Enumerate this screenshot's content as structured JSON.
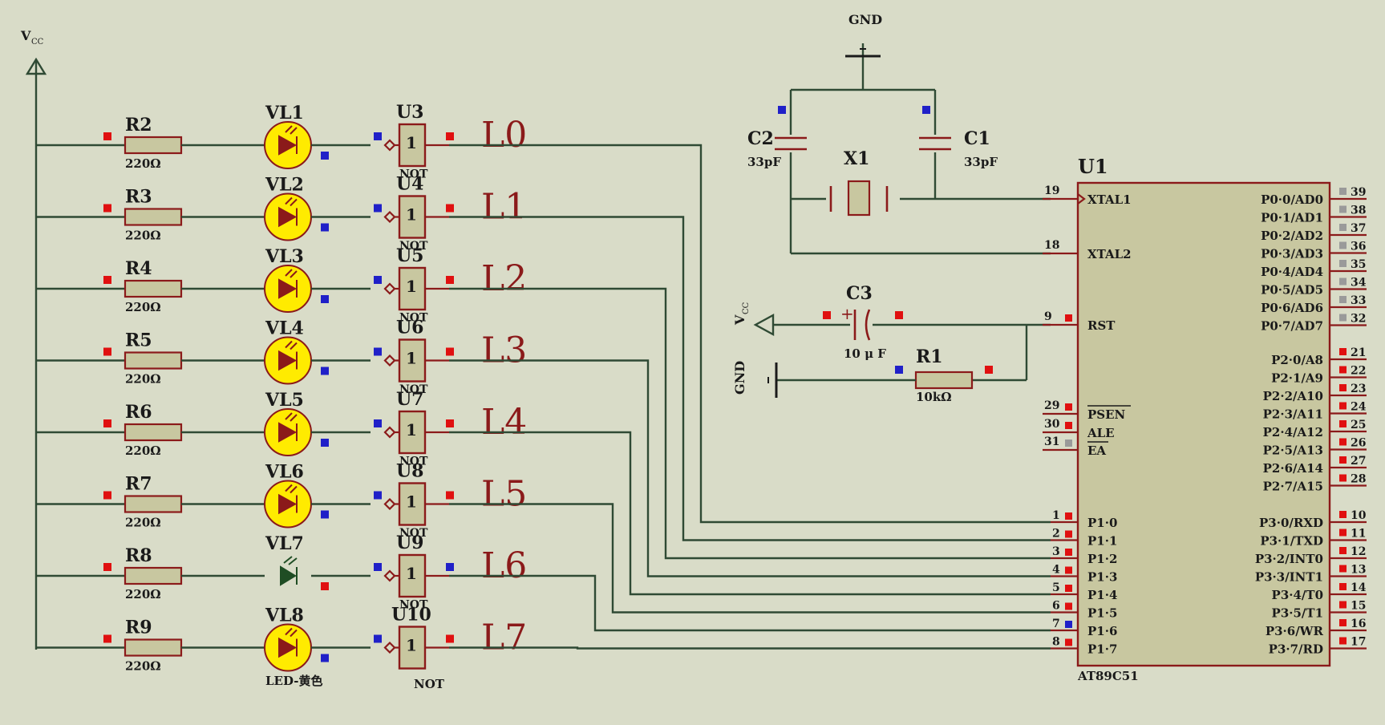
{
  "vcc_top": {
    "label": "V",
    "sub": "CC"
  },
  "rows": [
    {
      "res": "R2",
      "res_val": "220Ω",
      "led": "VL1",
      "led_lit": true,
      "gate": "U3",
      "gate_type": "",
      "line": "L0",
      "pin_num": "1",
      "pin_name": "P1·0"
    },
    {
      "res": "R3",
      "res_val": "220Ω",
      "led": "VL2",
      "led_lit": true,
      "gate": "U4",
      "gate_type": "NOT",
      "line": "L1",
      "pin_num": "2",
      "pin_name": "P1·1"
    },
    {
      "res": "R4",
      "res_val": "220Ω",
      "led": "VL3",
      "led_lit": true,
      "gate": "U5",
      "gate_type": "NOT",
      "line": "L2",
      "pin_num": "3",
      "pin_name": "P1·2"
    },
    {
      "res": "R5",
      "res_val": "220Ω",
      "led": "VL4",
      "led_lit": true,
      "gate": "U6",
      "gate_type": "NOT",
      "line": "L3",
      "pin_num": "4",
      "pin_name": "P1·3"
    },
    {
      "res": "R6",
      "res_val": "220Ω",
      "led": "VL5",
      "led_lit": true,
      "gate": "U7",
      "gate_type": "NOT",
      "line": "L4",
      "pin_num": "5",
      "pin_name": "P1·4"
    },
    {
      "res": "R7",
      "res_val": "220Ω",
      "led": "VL6",
      "led_lit": true,
      "gate": "U8",
      "gate_type": "NOT",
      "line": "L5",
      "pin_num": "6",
      "pin_name": "P1·5"
    },
    {
      "res": "R8",
      "res_val": "220Ω",
      "led": "VL7",
      "led_lit": false,
      "gate": "U9",
      "gate_type": "NOT",
      "line": "L6",
      "pin_num": "7",
      "pin_name": "P1·6"
    },
    {
      "res": "R9",
      "res_val": "220Ω",
      "led": "VL8",
      "led_lit": true,
      "gate": "U10",
      "gate_type": "NOT",
      "line": "L7",
      "pin_num": "8",
      "pin_name": "P1·7"
    }
  ],
  "gate_symbol": "1",
  "led_type": "LED-黄色",
  "last_gate_type": "NOT",
  "gnd_top": "GND",
  "c2": {
    "name": "C2",
    "value": "33pF"
  },
  "c1": {
    "name": "C1",
    "value": "33pF"
  },
  "x1": "X1",
  "c3": {
    "name": "C3",
    "value": "10 μ F",
    "plus": "+"
  },
  "r1": {
    "name": "R1",
    "value": "10kΩ"
  },
  "vcc_left": {
    "label": "V",
    "sub": "CC"
  },
  "gnd_left": "GND",
  "mcu": {
    "name": "U1",
    "part": "AT89C51",
    "left_pins": [
      {
        "num": "19",
        "name": "XTAL1"
      },
      {
        "num": "18",
        "name": "XTAL2"
      },
      {
        "num": "9",
        "name": "RST"
      },
      {
        "num": "29",
        "name": "PSEN"
      },
      {
        "num": "30",
        "name": "ALE"
      },
      {
        "num": "31",
        "name": "EA"
      }
    ],
    "right_pins": [
      {
        "num": "39",
        "name": "P0·0/AD0"
      },
      {
        "num": "38",
        "name": "P0·1/AD1"
      },
      {
        "num": "37",
        "name": "P0·2/AD2"
      },
      {
        "num": "36",
        "name": "P0·3/AD3"
      },
      {
        "num": "35",
        "name": "P0·4/AD4"
      },
      {
        "num": "34",
        "name": "P0·5/AD5"
      },
      {
        "num": "33",
        "name": "P0·6/AD6"
      },
      {
        "num": "32",
        "name": "P0·7/AD7"
      },
      {
        "num": "21",
        "name": "P2·0/A8"
      },
      {
        "num": "22",
        "name": "P2·1/A9"
      },
      {
        "num": "23",
        "name": "P2·2/A10"
      },
      {
        "num": "24",
        "name": "P2·3/A11"
      },
      {
        "num": "25",
        "name": "P2·4/A12"
      },
      {
        "num": "26",
        "name": "P2·5/A13"
      },
      {
        "num": "27",
        "name": "P2·6/A14"
      },
      {
        "num": "28",
        "name": "P2·7/A15"
      },
      {
        "num": "10",
        "name": "P3·0/RXD"
      },
      {
        "num": "11",
        "name": "P3·1/TXD"
      },
      {
        "num": "12",
        "name": "P3·2/INT0"
      },
      {
        "num": "13",
        "name": "P3·3/INT1"
      },
      {
        "num": "14",
        "name": "P3·4/T0"
      },
      {
        "num": "15",
        "name": "P3·5/T1"
      },
      {
        "num": "16",
        "name": "P3·6/WR"
      },
      {
        "num": "17",
        "name": "P3·7/RD"
      }
    ]
  },
  "colors": {
    "wire": "#2f4a34",
    "component": "#8b1a1a",
    "body": "#c8c7a0",
    "led_on": "#ffeb00",
    "background": "#d9dcc8"
  }
}
